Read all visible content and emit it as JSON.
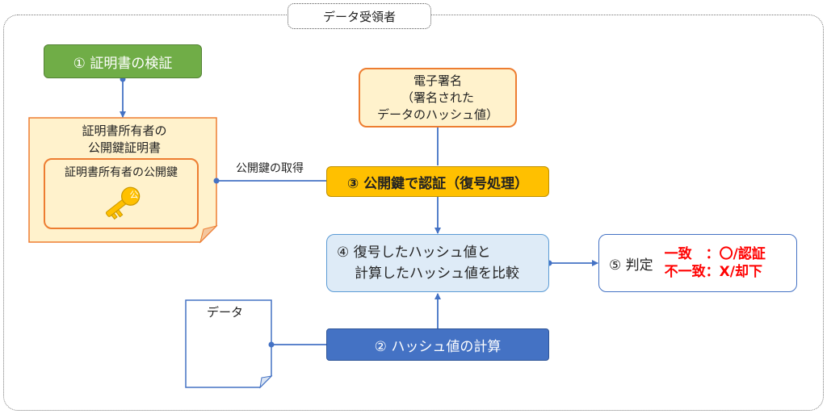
{
  "frame_title": "データ受領者",
  "step1": "① 証明書の検証",
  "certificate": {
    "title_line1": "証明書所有者の",
    "title_line2": "公開鍵証明書",
    "inner_label": "証明書所有者の公開鍵",
    "key_badge": "公"
  },
  "public_key_fetch_label": "公開鍵の取得",
  "signature": {
    "line1": "電子署名",
    "line2": "（署名された",
    "line3": "データのハッシュ値）"
  },
  "step3": "③ 公開鍵で認証（復号処理）",
  "step4": {
    "line1": "④ 復号したハッシュ値と",
    "line2": "計算したハッシュ値を比較"
  },
  "step5": {
    "label": "⑤ 判定",
    "match_text": "一致　：〇/認証",
    "mismatch_text": "不一致：X/却下"
  },
  "data_doc_label": "データ",
  "step2": "② ハッシュ値の計算",
  "colors": {
    "connector": "#4472c4",
    "step1": "#70ad47",
    "step2": "#4472c4",
    "step3": "#ffc000",
    "step4": "#deebf7",
    "highlight": "#ed7d31",
    "result": "#ff0000",
    "key": "#ffc000"
  }
}
